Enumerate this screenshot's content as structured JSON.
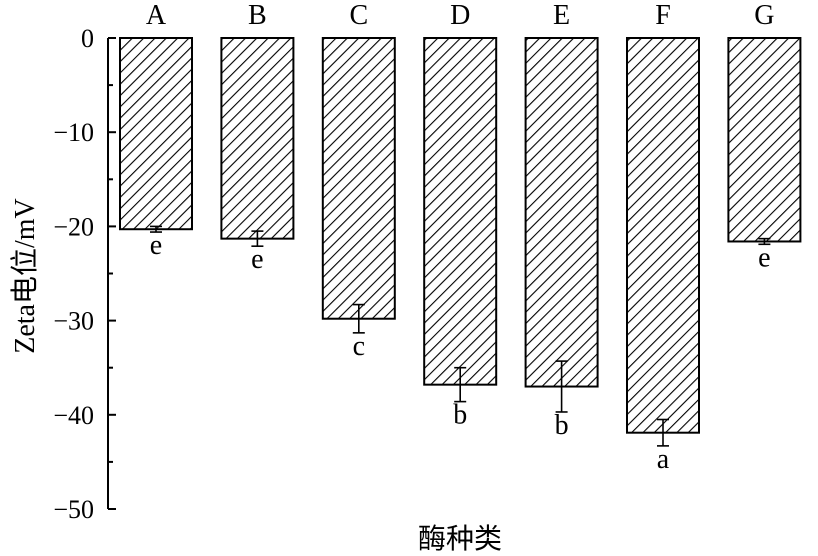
{
  "chart_data": {
    "type": "bar",
    "categories": [
      "A",
      "B",
      "C",
      "D",
      "E",
      "F",
      "G"
    ],
    "values": [
      -20.3,
      -21.3,
      -29.8,
      -36.8,
      -37.0,
      -41.9,
      -21.6
    ],
    "errors": [
      0.3,
      0.8,
      1.5,
      1.8,
      2.7,
      1.4,
      0.3
    ],
    "significance": [
      "e",
      "e",
      "c",
      "b",
      "b",
      "a",
      "e"
    ],
    "ylabel": "Zeta电位/mV",
    "xlabel": "酶种类",
    "ylim": [
      -50,
      0
    ],
    "yticks": [
      0,
      -10,
      -20,
      -30,
      -40,
      -50
    ],
    "ytick_labels": [
      "0",
      "−10",
      "−20",
      "−30",
      "−40",
      "−50"
    ],
    "bar_fill": "hatched",
    "colors": {
      "bar_stroke": "#000000",
      "hatch": "#000000",
      "background": "#ffffff"
    },
    "grid": false
  }
}
